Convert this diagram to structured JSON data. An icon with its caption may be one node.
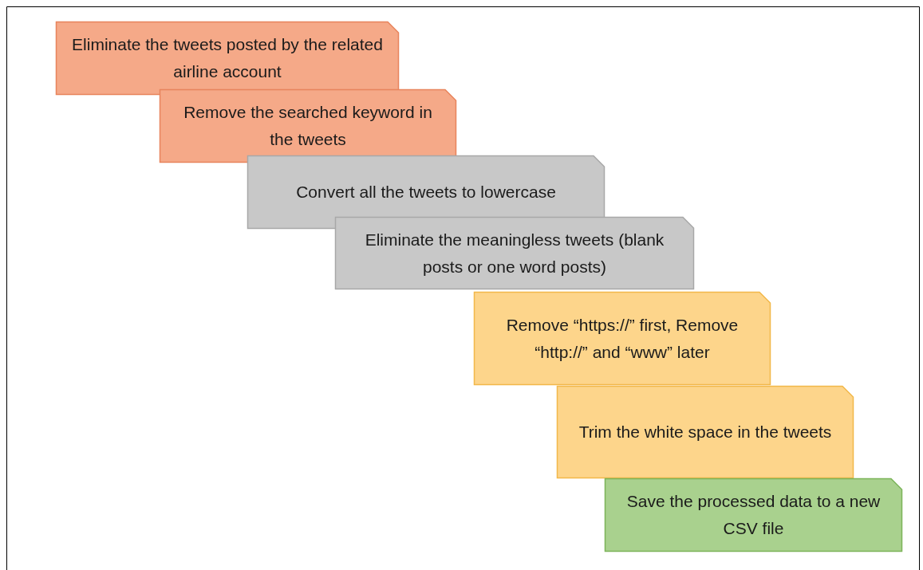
{
  "diagram": {
    "nodes": [
      {
        "text": [
          "Eliminate the tweets posted by the related airline account"
        ]
      },
      {
        "text": [
          "Remove the searched keyword in the tweets"
        ]
      },
      {
        "text": [
          "Convert all the tweets to lowercase"
        ]
      },
      {
        "text": [
          "Eliminate the meaningless tweets (blank posts or one word posts)"
        ]
      },
      {
        "text": [
          "Remove “https://” first, Remove “http://”  and “www” later"
        ]
      },
      {
        "text": [
          "Trim the white space in the tweets"
        ]
      },
      {
        "text": [
          "Save the processed data to a new CSV file"
        ]
      }
    ]
  }
}
